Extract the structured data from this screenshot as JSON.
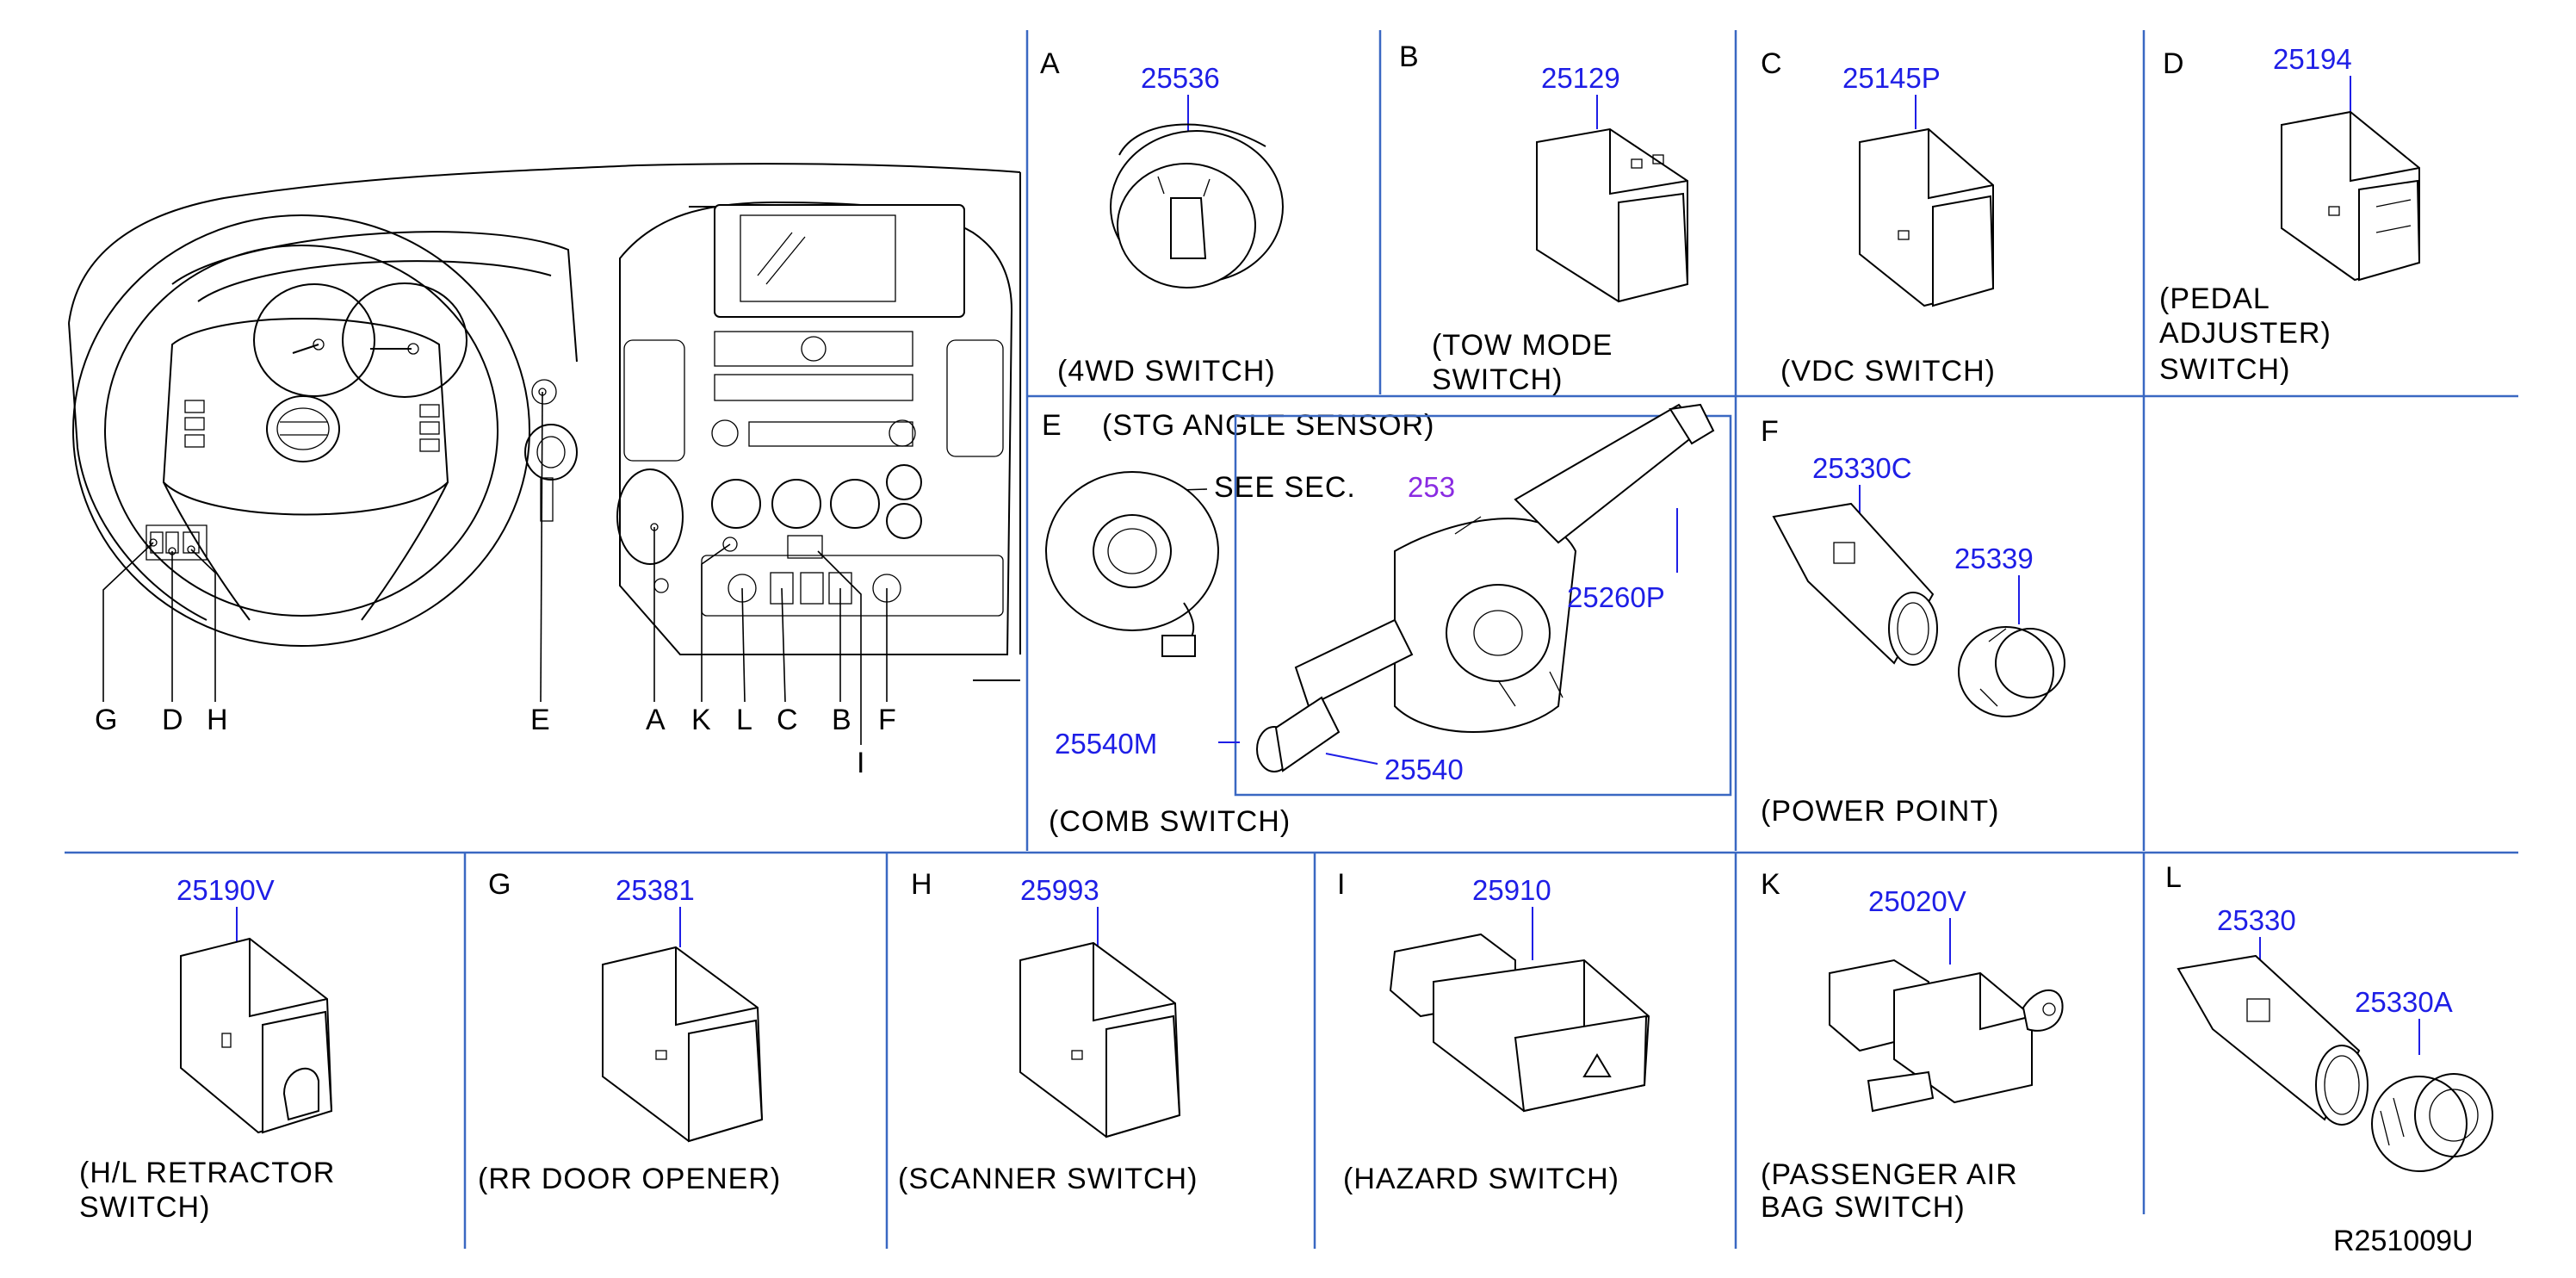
{
  "diagram_code": "R251009U",
  "overview": {
    "callouts": [
      "G",
      "D",
      "H",
      "E",
      "A",
      "K",
      "L",
      "C",
      "B",
      "F",
      "I"
    ]
  },
  "cells": {
    "A": {
      "letter": "A",
      "part": "25536",
      "caption": [
        "(4WD  SWITCH)"
      ]
    },
    "B": {
      "letter": "B",
      "part": "25129",
      "caption": [
        "(TOW  MODE",
        "SWITCH)"
      ]
    },
    "C": {
      "letter": "C",
      "part": "25145P",
      "caption": [
        "(VDC  SWITCH)"
      ]
    },
    "D": {
      "letter": "D",
      "part": "25194",
      "caption": [
        "(PEDAL",
        "ADJUSTER)",
        "SWITCH)"
      ]
    },
    "E": {
      "letter": "E",
      "sensor_label": "(STG  ANGLE  SENSOR)",
      "see_sec": "SEE  SEC.",
      "sec_no": "253",
      "parts": {
        "p1": "25260P",
        "p2": "25540M",
        "p3": "25540"
      },
      "caption": [
        "(COMB  SWITCH)"
      ]
    },
    "F": {
      "letter": "F",
      "parts": {
        "p1": "25330C",
        "p2": "25339"
      },
      "caption": [
        "(POWER  POINT)"
      ]
    },
    "HL": {
      "part": "25190V",
      "caption": [
        "(H/L  RETRACTOR",
        "SWITCH)"
      ]
    },
    "G": {
      "letter": "G",
      "part": "25381",
      "caption": [
        "(RR  DOOR  OPENER)"
      ]
    },
    "H": {
      "letter": "H",
      "part": "25993",
      "caption": [
        "(SCANNER  SWITCH)"
      ]
    },
    "I": {
      "letter": "I",
      "part": "25910",
      "caption": [
        "(HAZARD  SWITCH)"
      ]
    },
    "K": {
      "letter": "K",
      "part": "25020V",
      "caption": [
        "(PASSENGER  AIR",
        "BAG  SWITCH)"
      ]
    },
    "L": {
      "letter": "L",
      "parts": {
        "p1": "25330",
        "p2": "25330A"
      }
    }
  },
  "colors": {
    "grid": "#3a68c2",
    "part_number": "#1e1ee6",
    "section_ref": "#8a2be2",
    "line": "#000000"
  }
}
